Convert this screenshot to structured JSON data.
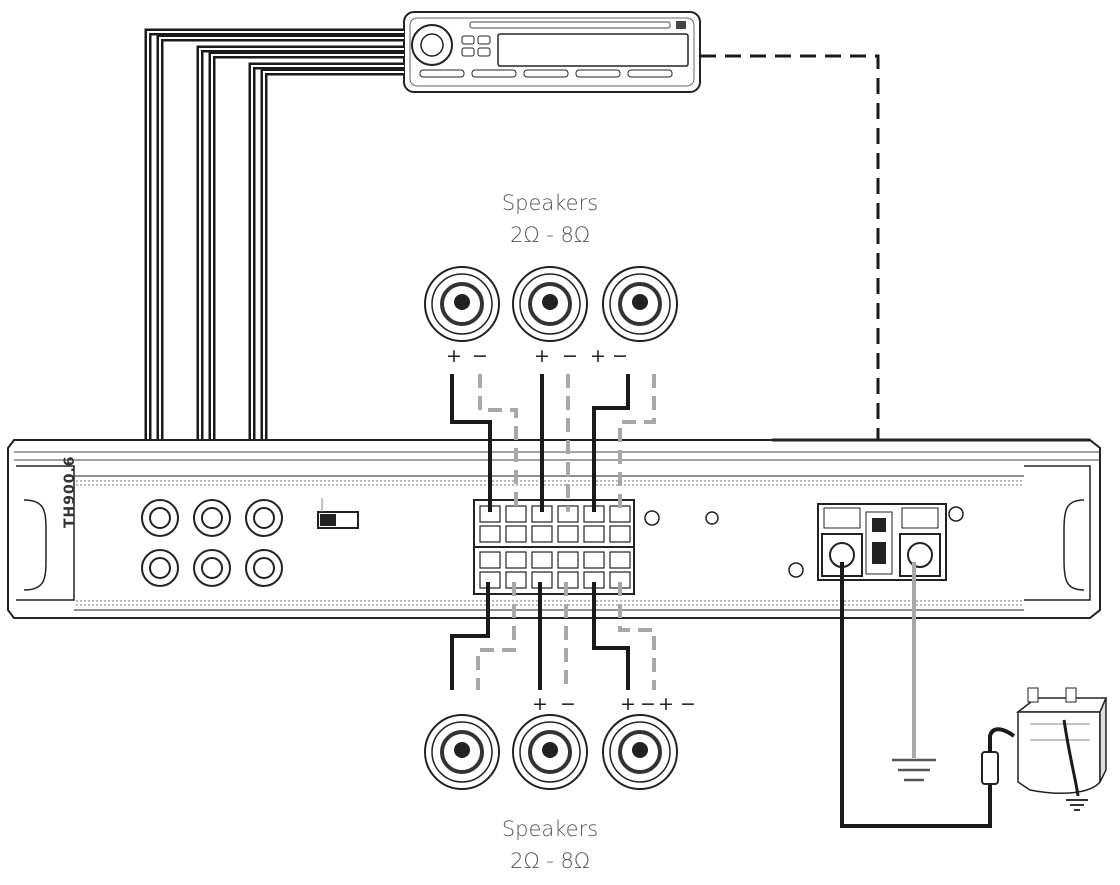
{
  "speakers_top": {
    "title": "Speakers",
    "impedance": "2Ω - 8Ω"
  },
  "speakers_bottom": {
    "title": "Speakers",
    "impedance": "2Ω - 8Ω"
  },
  "amplifier": {
    "model": "TH900.6"
  },
  "polarity": {
    "plus": "+",
    "minus": "−"
  },
  "colors": {
    "wire_dark": "#1a1a1a",
    "wire_gray": "#a8a8a8",
    "outline": "#222222",
    "label_text": "#555555"
  }
}
